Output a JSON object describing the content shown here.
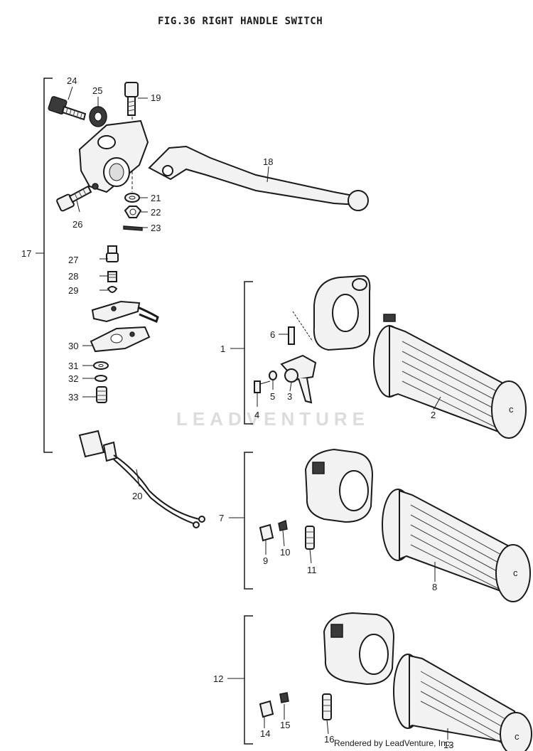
{
  "title": "FIG.36  RIGHT HANDLE SWITCH",
  "watermark": "LEADVENTURE",
  "footer": "Rendered by LeadVenture, Inc.",
  "callouts": {
    "c1": "1",
    "c2": "2",
    "c3": "3",
    "c4": "4",
    "c5": "5",
    "c6": "6",
    "c7": "7",
    "c8": "8",
    "c9": "9",
    "c10": "10",
    "c11": "11",
    "c12": "12",
    "c13": "13",
    "c14": "14",
    "c15": "15",
    "c16": "16",
    "c17": "17",
    "c18": "18",
    "c19": "19",
    "c20": "20",
    "c21": "21",
    "c22": "22",
    "c23": "23",
    "c24": "24",
    "c25": "25",
    "c26": "26",
    "c27": "27",
    "c28": "28",
    "c29": "29",
    "c30": "30",
    "c31": "31",
    "c32": "32",
    "c33": "33"
  }
}
